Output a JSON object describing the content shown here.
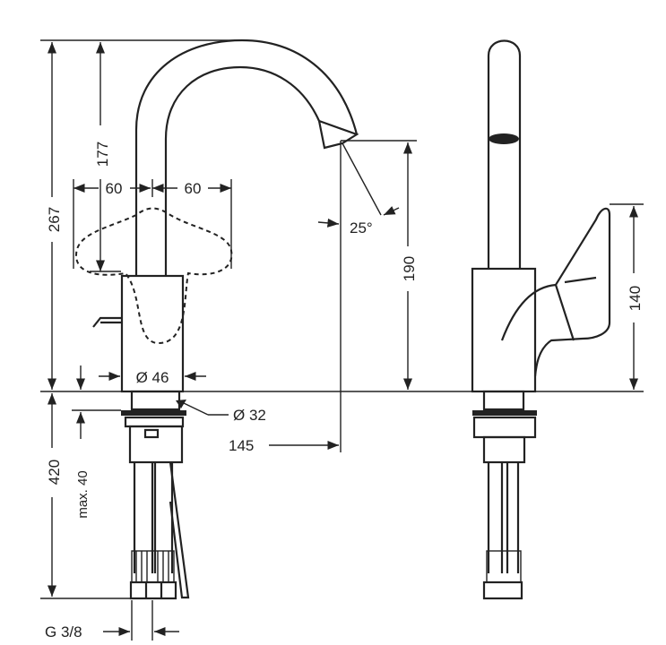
{
  "title": "Basin mixer technical drawing",
  "dimensions": {
    "total_height": "267",
    "spout_height_from_top": "177",
    "handle_left": "60",
    "handle_right": "60",
    "spout_angle": "25°",
    "spout_outlet_height": "190",
    "handle_height_side": "140",
    "body_diameter": "Ø 46",
    "shank_diameter": "Ø 32",
    "spout_reach": "145",
    "hose_length": "420",
    "max_counter_thickness": "max. 40",
    "connection_thread": "G 3/8"
  },
  "colors": {
    "line": "#222222",
    "background": "#ffffff"
  }
}
